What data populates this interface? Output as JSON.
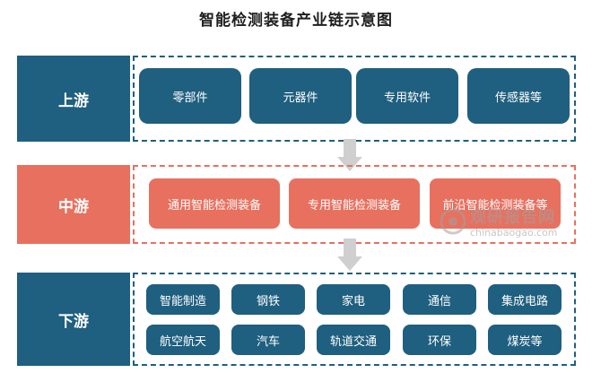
{
  "title": "智能检测装备产业链示意图",
  "colors": {
    "dark_blue": "#1f5f7f",
    "coral": "#e8705f",
    "arrow_gray": "#cfcfcf"
  },
  "upstream": {
    "label": "上游",
    "items": [
      "零部件",
      "元器件",
      "专用软件",
      "传感器等"
    ]
  },
  "midstream": {
    "label": "中游",
    "items": [
      "通用智能检测装备",
      "专用智能检测装备",
      "前沿智能检测装备等"
    ]
  },
  "downstream": {
    "label": "下游",
    "items": [
      "智能制造",
      "钢铁",
      "家电",
      "通信",
      "集成电路",
      "航空航天",
      "汽车",
      "轨道交通",
      "环保",
      "煤炭等"
    ]
  },
  "watermark": {
    "main": "观研报告网",
    "sub": "chinabaogao.com"
  }
}
